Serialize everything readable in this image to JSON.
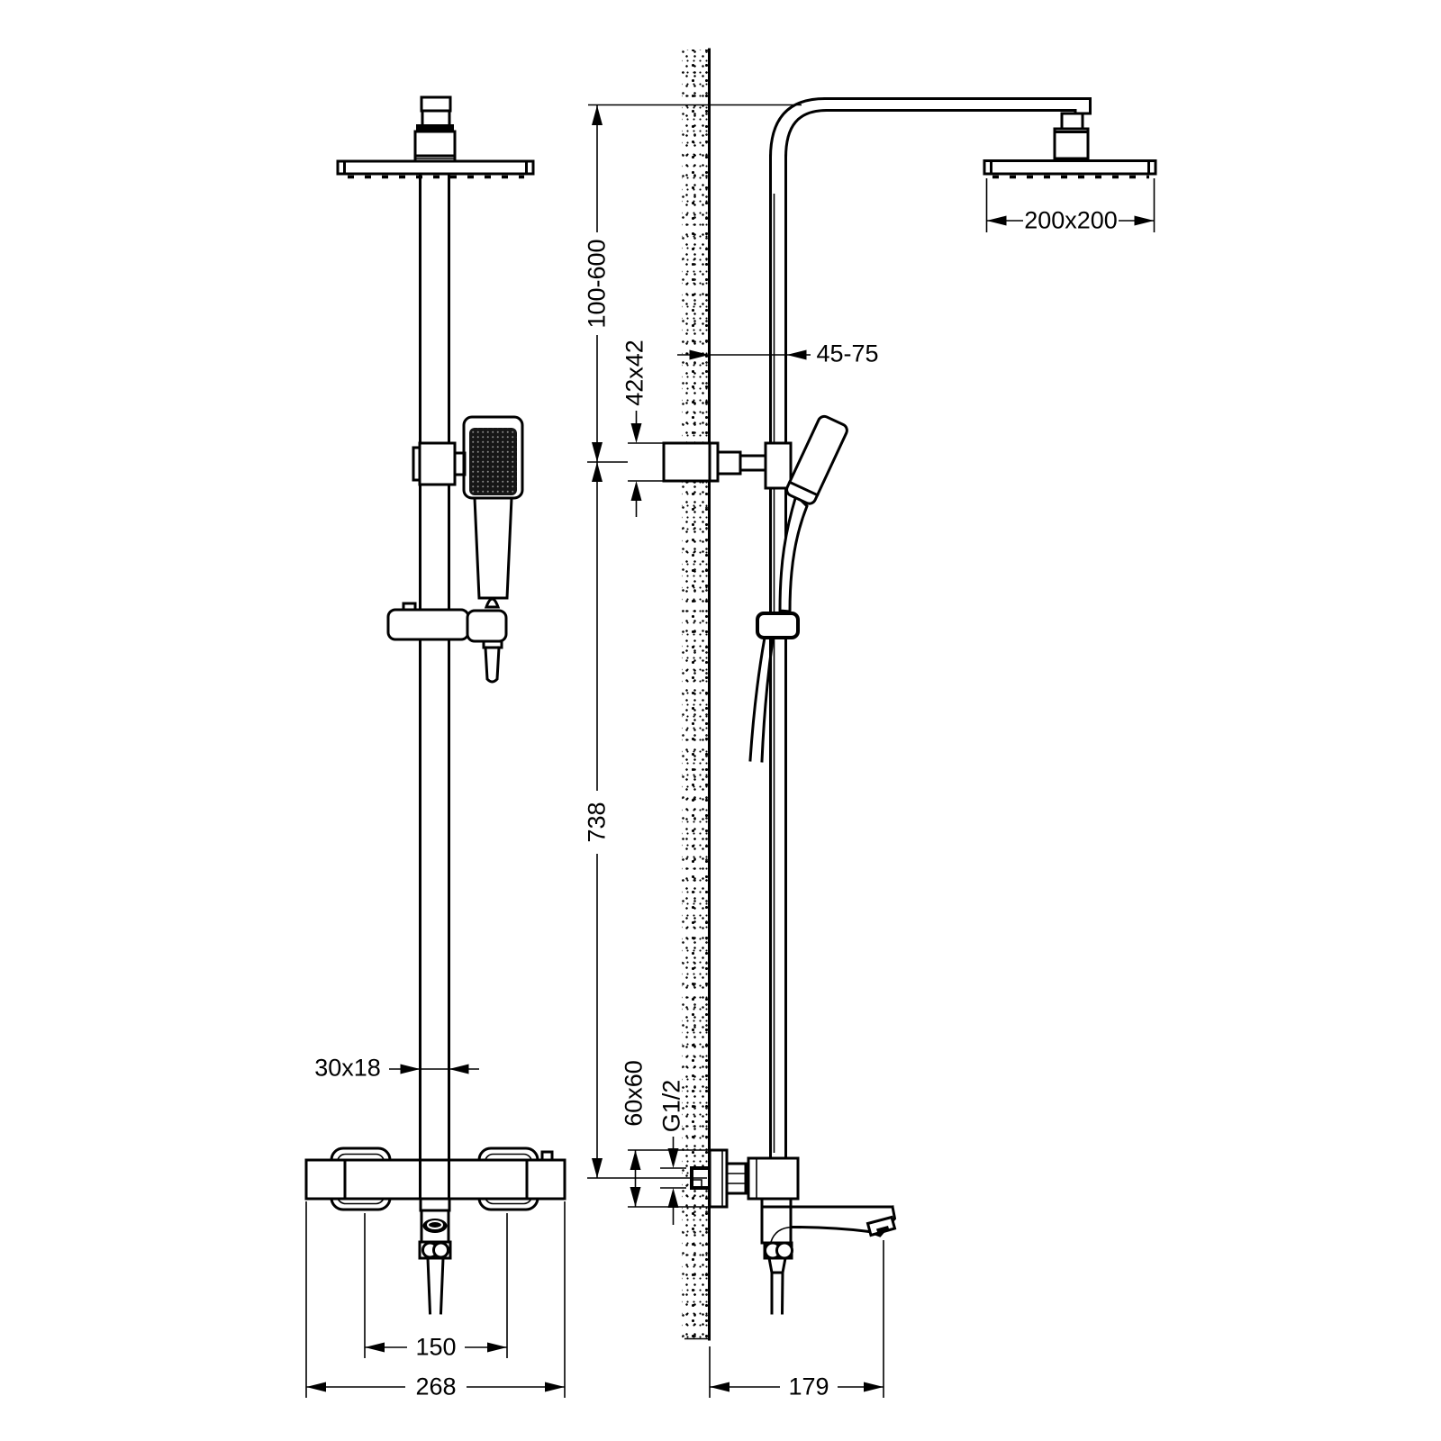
{
  "drawing": {
    "background": "#ffffff",
    "line_color": "#000000",
    "dimensions": {
      "head_size": "200x200",
      "height_range": "100-600",
      "wall_to_rail": "45-75",
      "upper_wall_union": "42x42",
      "rail_length": "738",
      "rail_profile": "30x18",
      "lower_wall_union": "60x60",
      "thread": "G1/2",
      "inlet_centers": "150",
      "mixer_width": "268",
      "spout_reach": "179"
    }
  }
}
